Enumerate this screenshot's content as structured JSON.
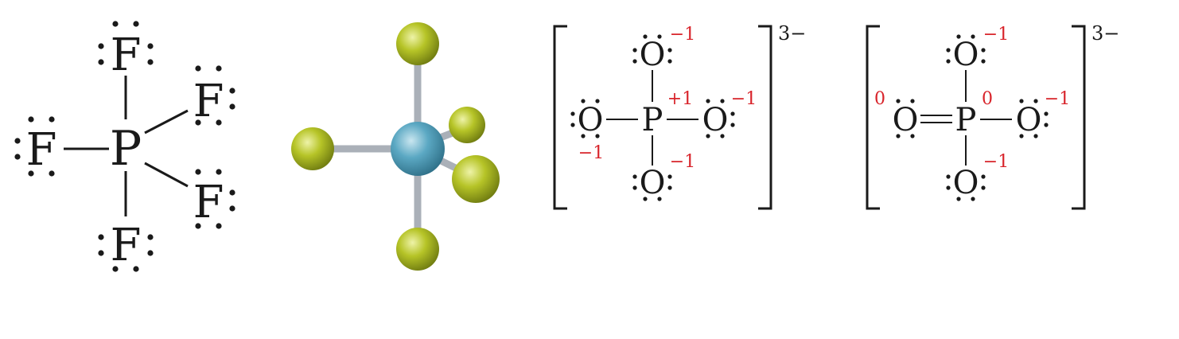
{
  "pf5_lewis": {
    "central": "P",
    "ligands": [
      "F",
      "F",
      "F",
      "F",
      "F"
    ]
  },
  "pf5_model": {
    "central_color": "#5ba8c3",
    "ligand_color": "#b6c427",
    "bond_color": "#aab0b8"
  },
  "phosphate_1": {
    "central": "P",
    "ligands": [
      "O",
      "O",
      "O",
      "O"
    ],
    "formal_charges": {
      "center": "+1",
      "top": "−1",
      "right": "−1",
      "bottom": "−1",
      "left": "−1"
    },
    "ion_charge": "3−"
  },
  "phosphate_2": {
    "central": "P",
    "ligands": [
      "O",
      "O",
      "O",
      "O"
    ],
    "formal_charges": {
      "center": "0",
      "top": "−1",
      "right": "−1",
      "bottom": "−1",
      "left": "0"
    },
    "ion_charge": "3−"
  },
  "colors": {
    "text": "#1a1a1a",
    "formal_charge": "#d8232a"
  }
}
